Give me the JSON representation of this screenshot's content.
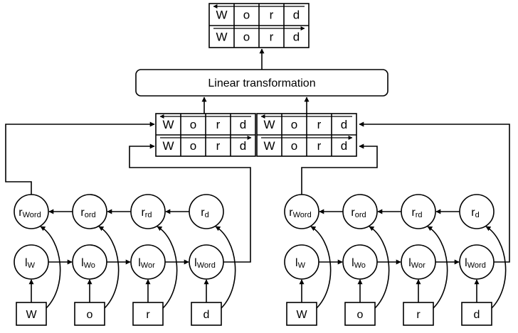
{
  "linear_label": "Linear transformation",
  "word_letters": [
    "W",
    "o",
    "r",
    "d"
  ],
  "input_letters": [
    "W",
    "o",
    "r",
    "d"
  ],
  "l_nodes": [
    {
      "main": "l",
      "sub": "W"
    },
    {
      "main": "l",
      "sub": "Wo"
    },
    {
      "main": "l",
      "sub": "Wor"
    },
    {
      "main": "l",
      "sub": "Word"
    }
  ],
  "r_nodes": [
    {
      "main": "r",
      "sub": "Word"
    },
    {
      "main": "r",
      "sub": "ord"
    },
    {
      "main": "r",
      "sub": "rd"
    },
    {
      "main": "r",
      "sub": "d"
    }
  ]
}
